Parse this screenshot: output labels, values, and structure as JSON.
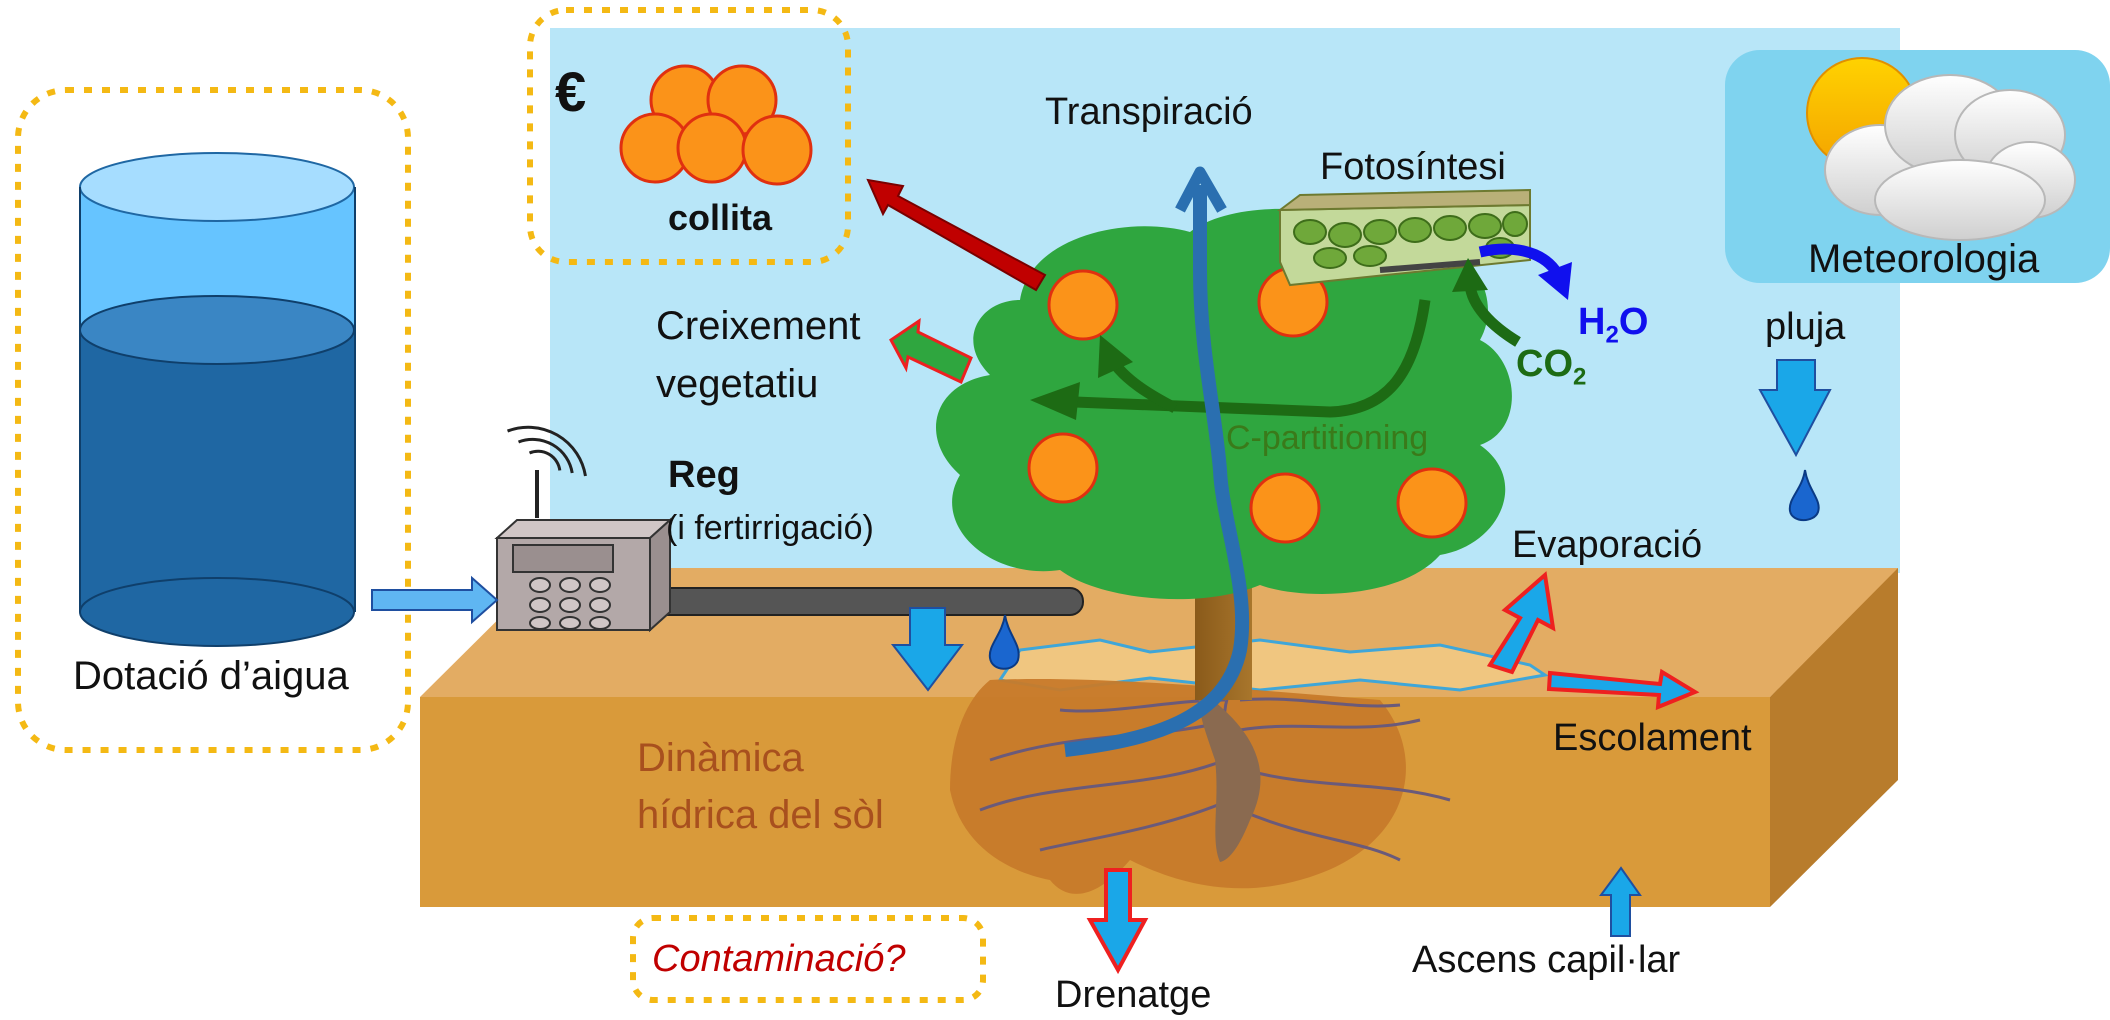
{
  "labels": {
    "harvest": "collita",
    "euro": "€",
    "transpiration": "Transpiració",
    "photosynthesis": "Fotosíntesi",
    "meteorology": "Meteorologia",
    "growth_1": "Creixement",
    "growth_2": "vegetatiu",
    "h2o_main": "H",
    "h2o_sub": "2",
    "h2o_tail": "O",
    "co2_main": "CO",
    "co2_sub": "2",
    "rain": "pluja",
    "c_partitioning": "C-partitioning",
    "irrigation": "Reg",
    "fertirrigation": "(i fertirrigació)",
    "evaporation": "Evaporació",
    "water_supply": "Dotació d’aigua",
    "runoff": "Escolament",
    "soil_dynamics_1": "Dinàmica",
    "soil_dynamics_2": "hídrica del sòl",
    "contamination": "Contaminació?",
    "drainage": "Drenatge",
    "capillary_rise": "Ascens capil·lar"
  },
  "colors": {
    "sky": "#b8e6f8",
    "soil_top": "#e3ac63",
    "soil_front": "#d99a3a",
    "soil_side": "#b87c2c",
    "tank_top": "#66c4ff",
    "tank_water": "#1f67a3",
    "tree_green": "#2fa63f",
    "fruit": "#fb9319",
    "harvest_arrow": "#c00000",
    "dashed_box": "#f4b914",
    "weather_box": "#7fd3ef",
    "h2o_blue": "#1010ee",
    "co2_green": "#1d6b14",
    "c_part_text": "#3a7a1a",
    "soil_text": "#a8501e",
    "contam_text": "#c00000"
  }
}
